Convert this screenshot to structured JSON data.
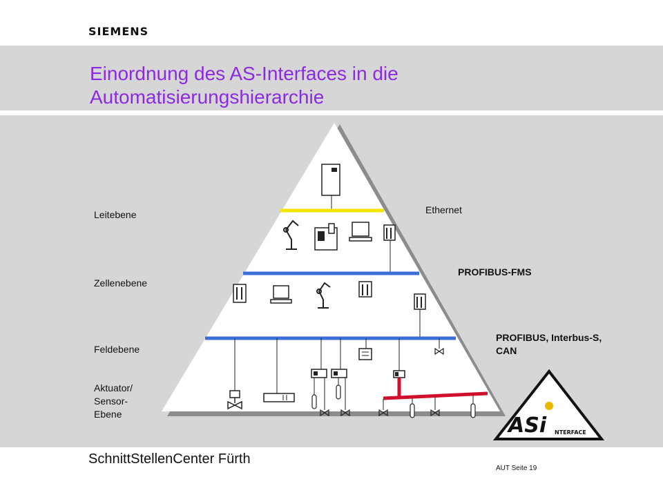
{
  "header": {
    "logo": "SIEMENS",
    "title_line1": "Einordnung des AS-Interfaces in die",
    "title_line2": "Automatisierungshierarchie"
  },
  "levels": {
    "leitebene": "Leitebene",
    "zellenebene": "Zellenebene",
    "feldebene": "Feldebene",
    "aktuator": "Aktuator/\nSensor-\nEbene"
  },
  "networks": {
    "ethernet": "Ethernet",
    "profibus_fms": "PROFIBUS-FMS",
    "profibus_field": "PROFIBUS, Interbus-S,\nCAN"
  },
  "logo_asi": {
    "main": "ASi",
    "sub": "NTERFACE"
  },
  "footer": {
    "center": "SchnittStellenCenter Fürth",
    "page": "AUT  Seite 19"
  },
  "colors": {
    "title": "#8a2be2",
    "band": "#d6d6d6",
    "ethernet_bus": "#f2e600",
    "profibus_bus": "#3a6fd8",
    "asi_bus": "#d0102a"
  }
}
